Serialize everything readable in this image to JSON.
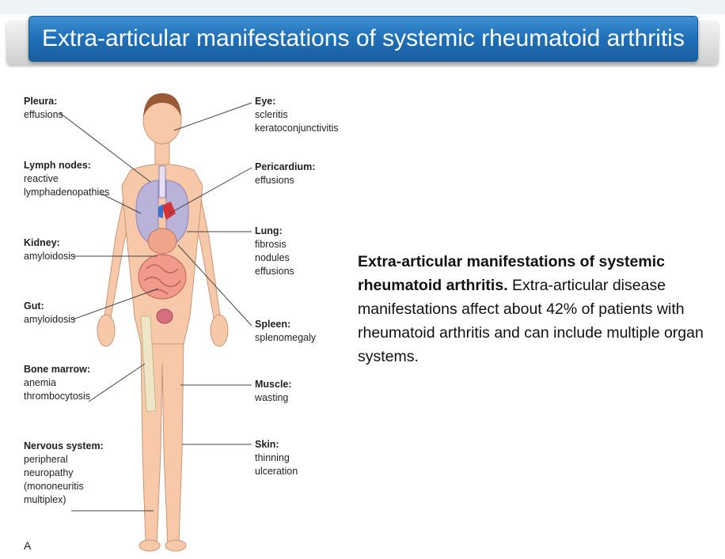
{
  "title": "Extra-articular manifestations of systemic rheumatoid arthritis",
  "figure": {
    "panel_letter": "A",
    "labels": {
      "pleura": {
        "title": "Pleura:",
        "lines": [
          "effusions"
        ]
      },
      "lymph": {
        "title": "Lymph nodes:",
        "lines": [
          "reactive",
          "lymphadenopathies"
        ]
      },
      "kidney": {
        "title": "Kidney:",
        "lines": [
          "amyloidosis"
        ]
      },
      "gut": {
        "title": "Gut:",
        "lines": [
          "amyloidosis"
        ]
      },
      "marrow": {
        "title": "Bone marrow:",
        "lines": [
          "anemia",
          "thrombocytosis"
        ]
      },
      "nervous": {
        "title": "Nervous system:",
        "lines": [
          "peripheral",
          "neuropathy",
          "(mononeuritis",
          "multiplex)"
        ]
      },
      "eye": {
        "title": "Eye:",
        "lines": [
          "scleritis",
          "keratoconjunctivitis"
        ]
      },
      "pericardium": {
        "title": "Pericardium:",
        "lines": [
          "effusions"
        ]
      },
      "lung": {
        "title": "Lung:",
        "lines": [
          "fibrosis",
          "nodules",
          "effusions"
        ]
      },
      "spleen": {
        "title": "Spleen:",
        "lines": [
          "splenomegaly"
        ]
      },
      "muscle": {
        "title": "Muscle:",
        "lines": [
          "wasting"
        ]
      },
      "skin": {
        "title": "Skin:",
        "lines": [
          "thinning",
          "ulceration"
        ]
      }
    }
  },
  "caption": {
    "bold": "Extra-articular manifestations of systemic rheumatoid arthritis.",
    "text": "Extra-articular disease manifestations affect about 42% of patients with rheumatoid arthritis and can include multiple organ systems."
  },
  "colors": {
    "title_bar": "#2a7cc4",
    "skin": "#f7c9a8",
    "lung": "#b9b2d9",
    "intestine": "#f09a8a",
    "bone": "#efe6c8"
  }
}
